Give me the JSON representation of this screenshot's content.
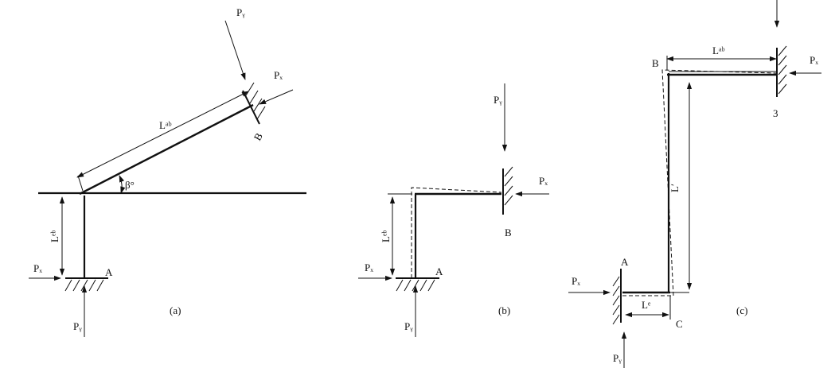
{
  "figures": {
    "a": {
      "caption": "(a)",
      "force_bottom": "Pᵧ",
      "force_left": "Pₓ",
      "force_top": "Pᵧ",
      "force_right": "Pₓ",
      "length_inclined": "Lᵃᵇ",
      "length_vertical": "Lᵉᵇ",
      "angle": "β°",
      "point_a": "A",
      "point_b": "B"
    },
    "b": {
      "caption": "(b)",
      "force_top": "Pᵧ",
      "force_right": "Pₓ",
      "force_left": "Pₓ",
      "force_bottom": "Pᵧ",
      "length_vertical": "Lᵉᵇ",
      "point_a": "A",
      "point_b": "B"
    },
    "c": {
      "caption": "(c)",
      "force_right": "Pₓ",
      "force_left": "Pₓ",
      "force_bottom": "Pᵧ",
      "length_top": "Lᵃᵇ",
      "length_vertical": "L′",
      "length_bottom": "Lᵉ",
      "point_a": "A",
      "point_b": "B",
      "point_c": "C",
      "point_3": "3"
    }
  }
}
